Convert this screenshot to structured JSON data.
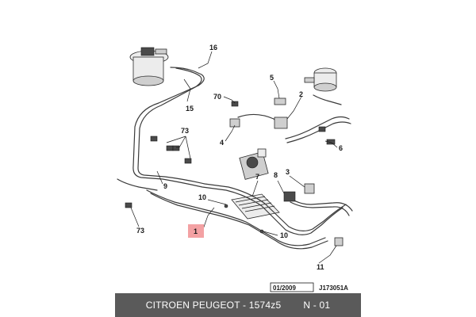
{
  "callouts": {
    "c16": "16",
    "c15": "15",
    "c5": "5",
    "c2": "2",
    "c70": "70",
    "c4": "4",
    "c6": "6",
    "c73a": "73",
    "c9": "9",
    "c7": "7",
    "c10a": "10",
    "c8": "8",
    "c3": "3",
    "c73b": "73",
    "c10b": "10",
    "c11": "11"
  },
  "highlight": {
    "label": "1",
    "color": "#f3a1a3"
  },
  "stamp": {
    "date": "01/2009",
    "ref": "J173051A"
  },
  "footer": {
    "brand": "CITROEN PEUGEOT - 1574z5",
    "code": "N - 01",
    "background": "#5a5a5a"
  }
}
